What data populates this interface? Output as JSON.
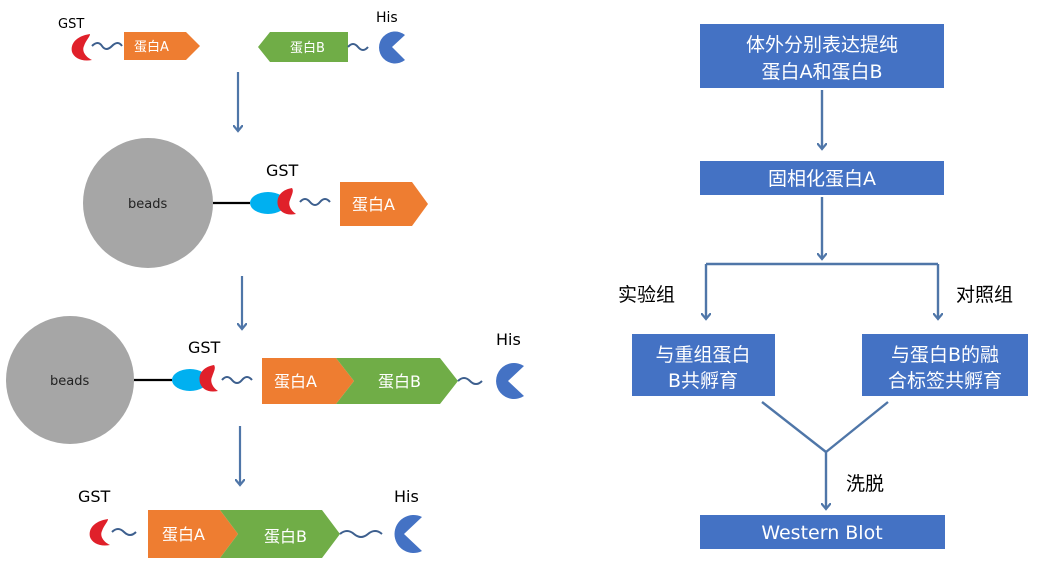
{
  "left_panel": {
    "step1": {
      "gst": "GST",
      "protein_a": "蛋白A",
      "protein_b": "蛋白B",
      "his": "His"
    },
    "step2": {
      "beads": "beads",
      "gst": "GST",
      "protein_a": "蛋白A"
    },
    "step3": {
      "beads": "beads",
      "gst": "GST",
      "protein_a": "蛋白A",
      "protein_b": "蛋白B",
      "his": "His"
    },
    "step4": {
      "gst": "GST",
      "protein_a": "蛋白A",
      "protein_b": "蛋白B",
      "his": "His"
    }
  },
  "flowchart": {
    "box1_line1": "体外分别表达提纯",
    "box1_line2": "蛋白A和蛋白B",
    "box2": "固相化蛋白A",
    "experimental_label": "实验组",
    "control_label": "对照组",
    "box_left_line1": "与重组蛋白",
    "box_left_line2": "B共孵育",
    "box_right_line1": "与蛋白B的融",
    "box_right_line2": "合标签共孵育",
    "elution_label": "洗脱",
    "box_final": "Western Blot"
  },
  "colors": {
    "orange": "#ee7d31",
    "green": "#70ad47",
    "blue_box": "#4472c4",
    "gst_red": "#e0202a",
    "his_blue": "#4472c4",
    "bead_gray": "#a6a6a6",
    "cyan": "#00b0f0"
  }
}
